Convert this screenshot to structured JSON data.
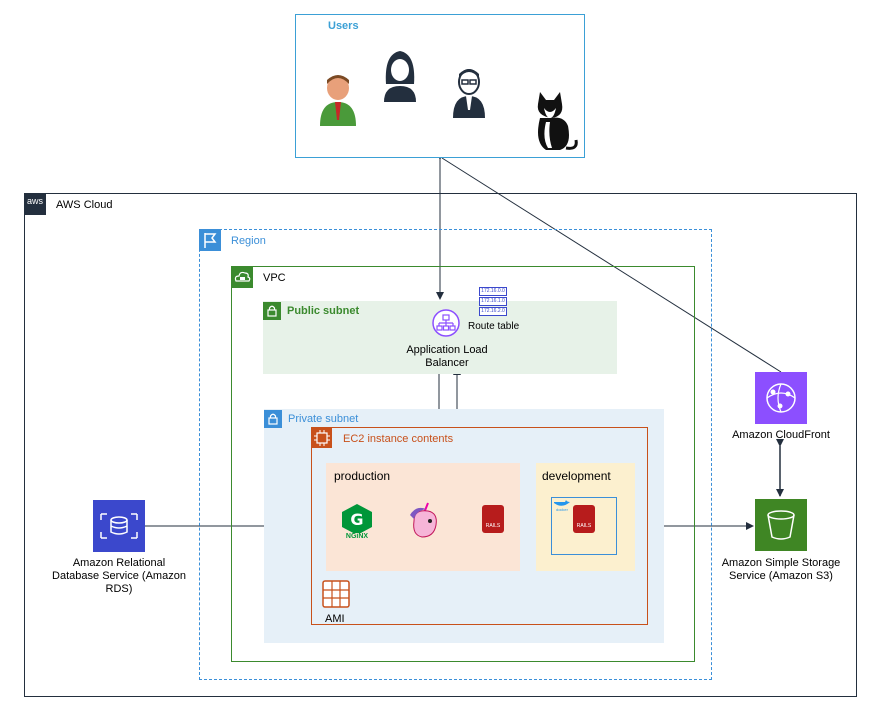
{
  "users": {
    "title": "Users"
  },
  "aws_cloud": {
    "logo_text": "aws",
    "title": "AWS Cloud"
  },
  "region": {
    "title": "Region"
  },
  "vpc": {
    "title": "VPC"
  },
  "public_subnet": {
    "title": "Public subnet"
  },
  "private_subnet": {
    "title": "Private subnet"
  },
  "alb": {
    "label_line1": "Application Load",
    "label_line2": "Balancer"
  },
  "route_table": {
    "label": "Route table",
    "entries": [
      "172.16.0.0",
      "172.16.1.0",
      "172.16.2.0"
    ]
  },
  "ec2": {
    "title": "EC2 instance contents"
  },
  "production": {
    "title": "production",
    "nginx_text": "NGiNX",
    "rails_text": "RAILS"
  },
  "development": {
    "title": "development",
    "docker_text": "docker",
    "rails_text": "RAILS"
  },
  "ami": {
    "label": "AMI"
  },
  "rds": {
    "line1": "Amazon Relational",
    "line2": "Database Service (Amazon",
    "line3": "RDS)"
  },
  "cloudfront": {
    "label": "Amazon CloudFront"
  },
  "s3": {
    "line1": "Amazon Simple Storage",
    "line2": "Service (Amazon S3)"
  },
  "colors": {
    "users_border": "#3ba0d6",
    "region": "#3b8fd8",
    "vpc": "#3b8a2e",
    "ec2": "#c8511b",
    "rds_icon": "#3b48cc",
    "cloudfront_icon": "#8c4fff",
    "s3_icon": "#3f8624",
    "alb_icon": "#8c4fff"
  }
}
